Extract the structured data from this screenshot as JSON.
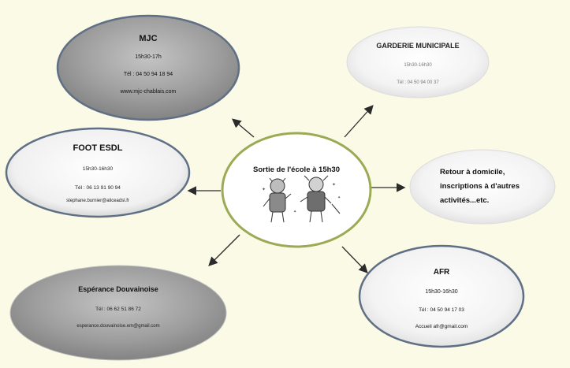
{
  "center": {
    "title": "Sortie de l'école à 15h30",
    "image_name": "children-kids-illustration"
  },
  "nodes": {
    "mjc": {
      "title": "MJC",
      "hours": "15h30-17h",
      "phone": "Tél : 04 50 94 18 94",
      "web": "www.mjc-chablais.com"
    },
    "garderie": {
      "title": "GARDERIE MUNICIPALE",
      "hours": "15h30-16h30",
      "phone": "Tél : 04 50 94 00 37"
    },
    "foot": {
      "title": "FOOT ESDL",
      "hours": "15h30-16h30",
      "phone": "Tél : 06 13 91 90 94",
      "email": "stephane.burnier@aliceadsl.fr"
    },
    "retour": {
      "line1": "Retour à domicile,",
      "line2": "inscriptions à d'autres",
      "line3": "activités...etc."
    },
    "esperance": {
      "title": "Espérance Douvainoise",
      "phone": "Tél : 06 62 51 86 72",
      "email": "esperance.douvainoise.em@gmail.com"
    },
    "afr": {
      "title": "AFR",
      "hours": "15h30-16h30",
      "phone": "Tél : 04 50 94 17 03",
      "email": "Accueil afr@gmail.com"
    }
  },
  "colors": {
    "background": "#fbfae6",
    "center_border": "#9caa55",
    "node_border": "#5f6f85",
    "arrow": "#2b2b2b"
  }
}
